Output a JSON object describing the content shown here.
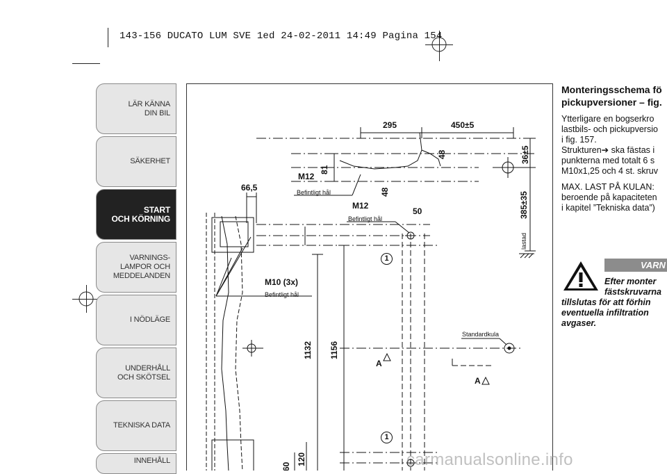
{
  "slug": "143-156 DUCATO LUM SVE 1ed  24-02-2011  14:49  Pagina 154",
  "tabs": [
    {
      "label": "LÄR KÄNNA\nDIN BIL",
      "active": false
    },
    {
      "label": "SÄKERHET",
      "active": false
    },
    {
      "label": "START\nOCH KÖRNING",
      "active": true
    },
    {
      "label": "VARNINGS-\nLAMPOR OCH\nMEDDELANDEN",
      "active": false
    },
    {
      "label": "I NÖDLÄGE",
      "active": false
    },
    {
      "label": "UNDERHÅLL\nOCH SKÖTSEL",
      "active": false
    },
    {
      "label": "TEKNISKA DATA",
      "active": false
    },
    {
      "label": "INNEHÅLL",
      "active": false
    }
  ],
  "figure": {
    "dim_295": "295",
    "dim_450": "450±5",
    "dim_36": "36±5",
    "dim_385": "385±35",
    "dim_48a": "48",
    "dim_48b": "48",
    "dim_81": "81",
    "dim_50": "50",
    "dim_665": "66,5",
    "dim_1132": "1132",
    "dim_1156": "1156",
    "dim_60": "60",
    "dim_120": "120",
    "m12_top": "M12",
    "m12_mid": "M12",
    "m10": "M10 (3x)",
    "befintligt_1": "Befintligt hål",
    "befintligt_2": "Befintligt hål",
    "befintligt_3": "Befintligt hål",
    "standardkula": "Standardkula",
    "lastad": "lastad",
    "marker_a1": "A",
    "marker_a2": "A",
    "callout_1a": "1",
    "callout_1b": "1"
  },
  "text": {
    "heading_l1": "Monteringsschema fö",
    "heading_l2": "pickupversioner – fig.",
    "p1_l1": "Ytterligare en bogserkro",
    "p1_l2": "lastbils- och pickupversio",
    "p1_l3": "i fig. 157.",
    "p1_l4": "Strukturen",
    "p1_l4b": " ska fästas i",
    "p1_l5": "punkterna med totalt 6 s",
    "p1_l6": "M10x1,25 och 4 st. skruv",
    "p2_l1": "MAX. LAST PÅ KULAN:",
    "p2_l2": "beroende på kapaciteten",
    "p2_l3": "i kapitel ”Tekniska data”)"
  },
  "warning": {
    "title": "VARN",
    "l1": "Efter monter",
    "l2": "fästskruvarna",
    "l3": "tillslutas för att förhin",
    "l4": "eventuella infiltration",
    "l5": "avgaser."
  },
  "watermark": "carmanualsonline.info"
}
